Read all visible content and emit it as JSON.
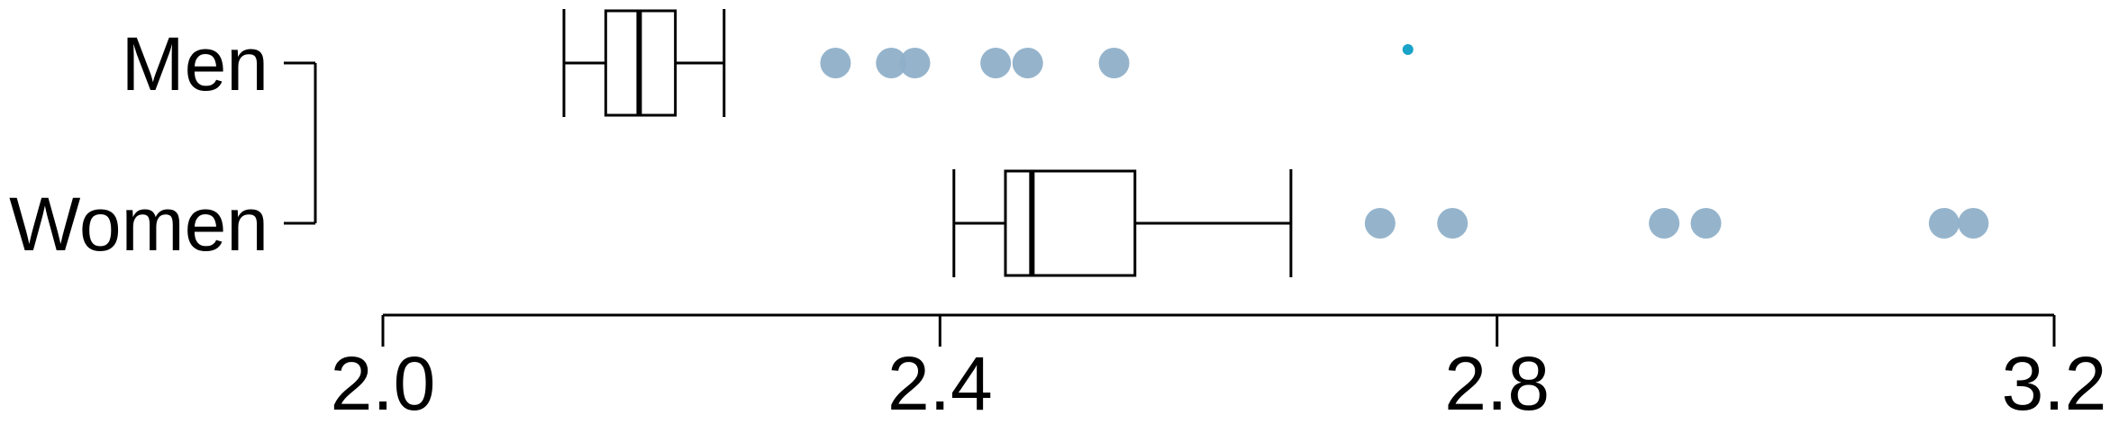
{
  "chart_data": {
    "type": "boxplot",
    "orientation": "horizontal",
    "xlim": [
      2.0,
      3.2
    ],
    "xticks": [
      2.0,
      2.4,
      2.8,
      3.2
    ],
    "xtick_labels": [
      "2.0",
      "2.4",
      "2.8",
      "3.2"
    ],
    "groups": [
      {
        "name": "Men",
        "whisker_low": 2.13,
        "q1": 2.16,
        "median": 2.184,
        "q3": 2.21,
        "whisker_high": 2.245,
        "points": [
          2.325,
          2.365,
          2.382,
          2.44,
          2.463,
          2.525
        ]
      },
      {
        "name": "Women",
        "whisker_low": 2.41,
        "q1": 2.447,
        "median": 2.466,
        "q3": 2.54,
        "whisker_high": 2.652,
        "points": [
          2.716,
          2.768,
          2.92,
          2.95,
          3.121,
          3.142
        ]
      }
    ],
    "extra_marks": [
      {
        "x": 2.736,
        "group": "Men",
        "color": "#1aa3c9"
      }
    ],
    "point_color": "#8fb0c9",
    "bracket": "Men-Women",
    "grid": false
  }
}
